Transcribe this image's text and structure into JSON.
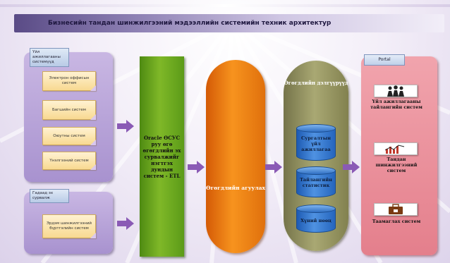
{
  "title": "Бизнесийн тандан шинжилгээний мэдээллийн системийн техник архитектур",
  "sources_panel": {
    "label": "Үйл ажиллагааны системүүд",
    "items": [
      "Электрон оффисын систем",
      "Багшийн систем",
      "Оюутны систем",
      "Үнэлгээний систем"
    ]
  },
  "external_panel": {
    "label": "Гадаад эх сурвалж",
    "items": [
      "Эрдэм шинжилгээний бүртгэлийн систем"
    ]
  },
  "etl": {
    "text": "Oracle ӨСУС руу өгө өгөгдлийн эх сурвалжийг нэгтгэх дундын систем - ETL"
  },
  "warehouse": {
    "text": "Өгөгдлийн агуулах"
  },
  "marts": {
    "title": "Өгөгдлийн дэлгүүрүүд",
    "cylinders": [
      "Сургалтын үйл ажиллагаа",
      "Тайлангийн статистик",
      "Хүний нөөц"
    ]
  },
  "portal": {
    "label": "Portal",
    "cards": [
      "Үйл ажиллагааны тайлангийн систем",
      "Тандан шинжилгээний систем",
      "Таамаглах систем"
    ]
  },
  "colors": {
    "title_bar": "#5a4b86",
    "panel": "#b7a3d8",
    "note": "#f8d991",
    "etl": "#6aa51f",
    "warehouse": "#f08a1a",
    "olive": "#9a9966",
    "cylinder": "#2f74cf",
    "portal": "#ea8c98",
    "arrow": "#8a5ab5"
  }
}
